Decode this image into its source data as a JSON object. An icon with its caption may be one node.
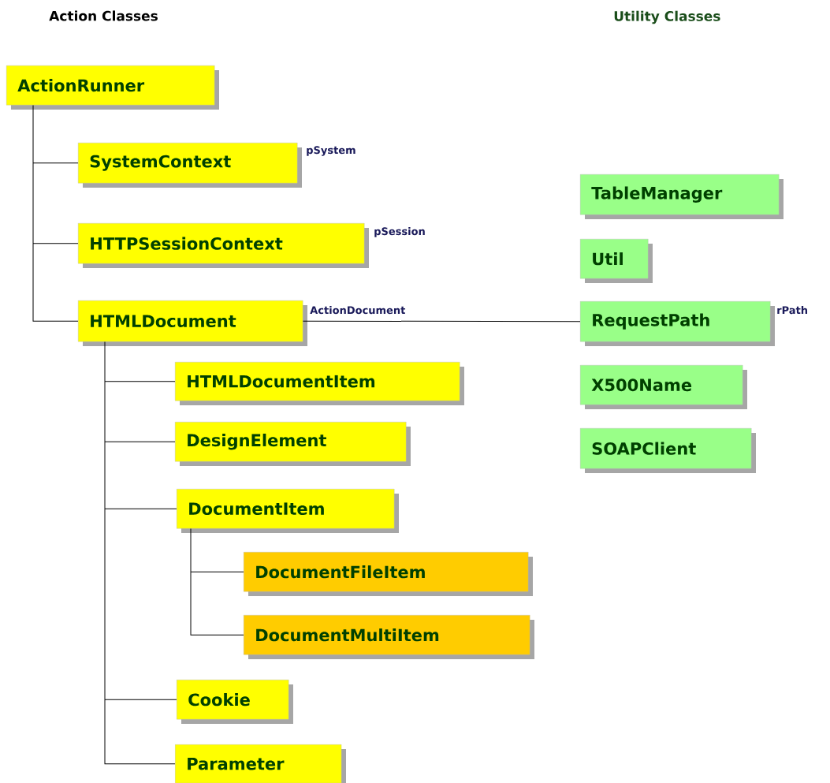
{
  "diagram": {
    "nodes": [
      {
        "text": [
          "ActionRunner"
        ]
      },
      {
        "text": [
          "SystemContext"
        ],
        "beside": [
          "pSystem"
        ]
      },
      {
        "text": [
          "HTTPSessionContext"
        ],
        "beside": [
          "pSession"
        ]
      },
      {
        "text": [
          "HTMLDocument"
        ],
        "beside": [
          "ActionDocument"
        ]
      },
      {
        "text": [
          "HTMLDocumentItem"
        ]
      },
      {
        "text": [
          "DesignElement"
        ]
      },
      {
        "text": [
          "DocumentItem"
        ]
      },
      {
        "text": [
          "DocumentFileItem"
        ]
      },
      {
        "text": [
          "DocumentMultiItem"
        ]
      },
      {
        "text": [
          "Cookie"
        ]
      },
      {
        "text": [
          "Parameter"
        ]
      },
      {
        "text": [
          "TableManager"
        ]
      },
      {
        "text": [
          "Util"
        ]
      },
      {
        "text": [
          "RequestPath"
        ],
        "beside": [
          "rPath"
        ]
      },
      {
        "text": [
          "X500Name"
        ]
      },
      {
        "text": [
          "SOAPClient"
        ]
      }
    ],
    "edges": [
      {
        "from": 0,
        "to": 1,
        "arrow": "none"
      },
      {
        "from": 0,
        "to": 2,
        "arrow": "none"
      },
      {
        "from": 0,
        "to": 3,
        "arrow": "none"
      },
      {
        "from": 3,
        "to": 4,
        "arrow": "none"
      },
      {
        "from": 3,
        "to": 5,
        "arrow": "none"
      },
      {
        "from": 3,
        "to": 6,
        "arrow": "none"
      },
      {
        "from": 6,
        "to": 7,
        "arrow": "none"
      },
      {
        "from": 6,
        "to": 8,
        "arrow": "none"
      },
      {
        "from": 3,
        "to": 9,
        "arrow": "none"
      },
      {
        "from": 3,
        "to": 10,
        "arrow": "none"
      },
      {
        "from": 3,
        "to": 13,
        "arrow": "none"
      }
    ],
    "labels": [
      "Action Classes",
      "Utility Classes"
    ]
  }
}
